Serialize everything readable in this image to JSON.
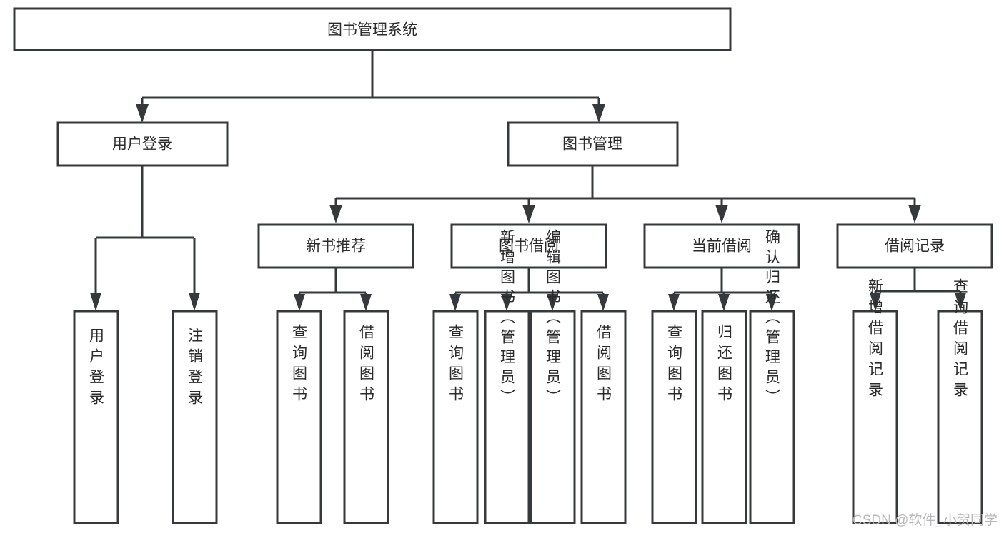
{
  "diagram": {
    "title": "图书管理系统",
    "type": "tree-hierarchy-chart",
    "root": {
      "id": "root",
      "label": "图书管理系统"
    },
    "level1": [
      {
        "id": "user-login",
        "label": "用户登录"
      },
      {
        "id": "book-management",
        "label": "图书管理"
      }
    ],
    "level2": [
      {
        "id": "new-book-recommend",
        "label": "新书推荐",
        "parent": "book-management"
      },
      {
        "id": "book-borrow",
        "label": "图书借阅",
        "parent": "book-management"
      },
      {
        "id": "current-borrow",
        "label": "当前借阅",
        "parent": "book-management"
      },
      {
        "id": "borrow-record",
        "label": "借阅记录",
        "parent": "book-management"
      }
    ],
    "leaves": {
      "user-login": [
        {
          "id": "leaf-user-login",
          "label": "用户登录"
        },
        {
          "id": "leaf-user-logout",
          "label": "注销登录"
        }
      ],
      "new-book-recommend": [
        {
          "id": "leaf-query-book-1",
          "label": "查询图书"
        },
        {
          "id": "leaf-borrow-book-1",
          "label": "借阅图书"
        }
      ],
      "book-borrow": [
        {
          "id": "leaf-query-book-2",
          "label": "查询图书"
        },
        {
          "id": "leaf-add-book",
          "label": "新增图书（管理员）"
        },
        {
          "id": "leaf-edit-book",
          "label": "编辑图书（管理员）"
        },
        {
          "id": "leaf-borrow-book-2",
          "label": "借阅图书"
        }
      ],
      "current-borrow": [
        {
          "id": "leaf-query-book-3",
          "label": "查询图书"
        },
        {
          "id": "leaf-return-book",
          "label": "归还图书"
        },
        {
          "id": "leaf-confirm-return",
          "label": "确认归还（管理员）"
        }
      ],
      "borrow-record": [
        {
          "id": "leaf-add-record",
          "label": "新增借阅记录"
        },
        {
          "id": "leaf-query-record",
          "label": "查询借阅记录"
        }
      ]
    },
    "colors": {
      "box_stroke": "#36393b",
      "box_fill": "#ffffff",
      "text": "#2b2b2b",
      "connector": "#36393b",
      "watermark": "#b9b9b9",
      "background": "#ffffff"
    }
  },
  "watermark": {
    "text": "CSDN @软件_小贺同学"
  }
}
